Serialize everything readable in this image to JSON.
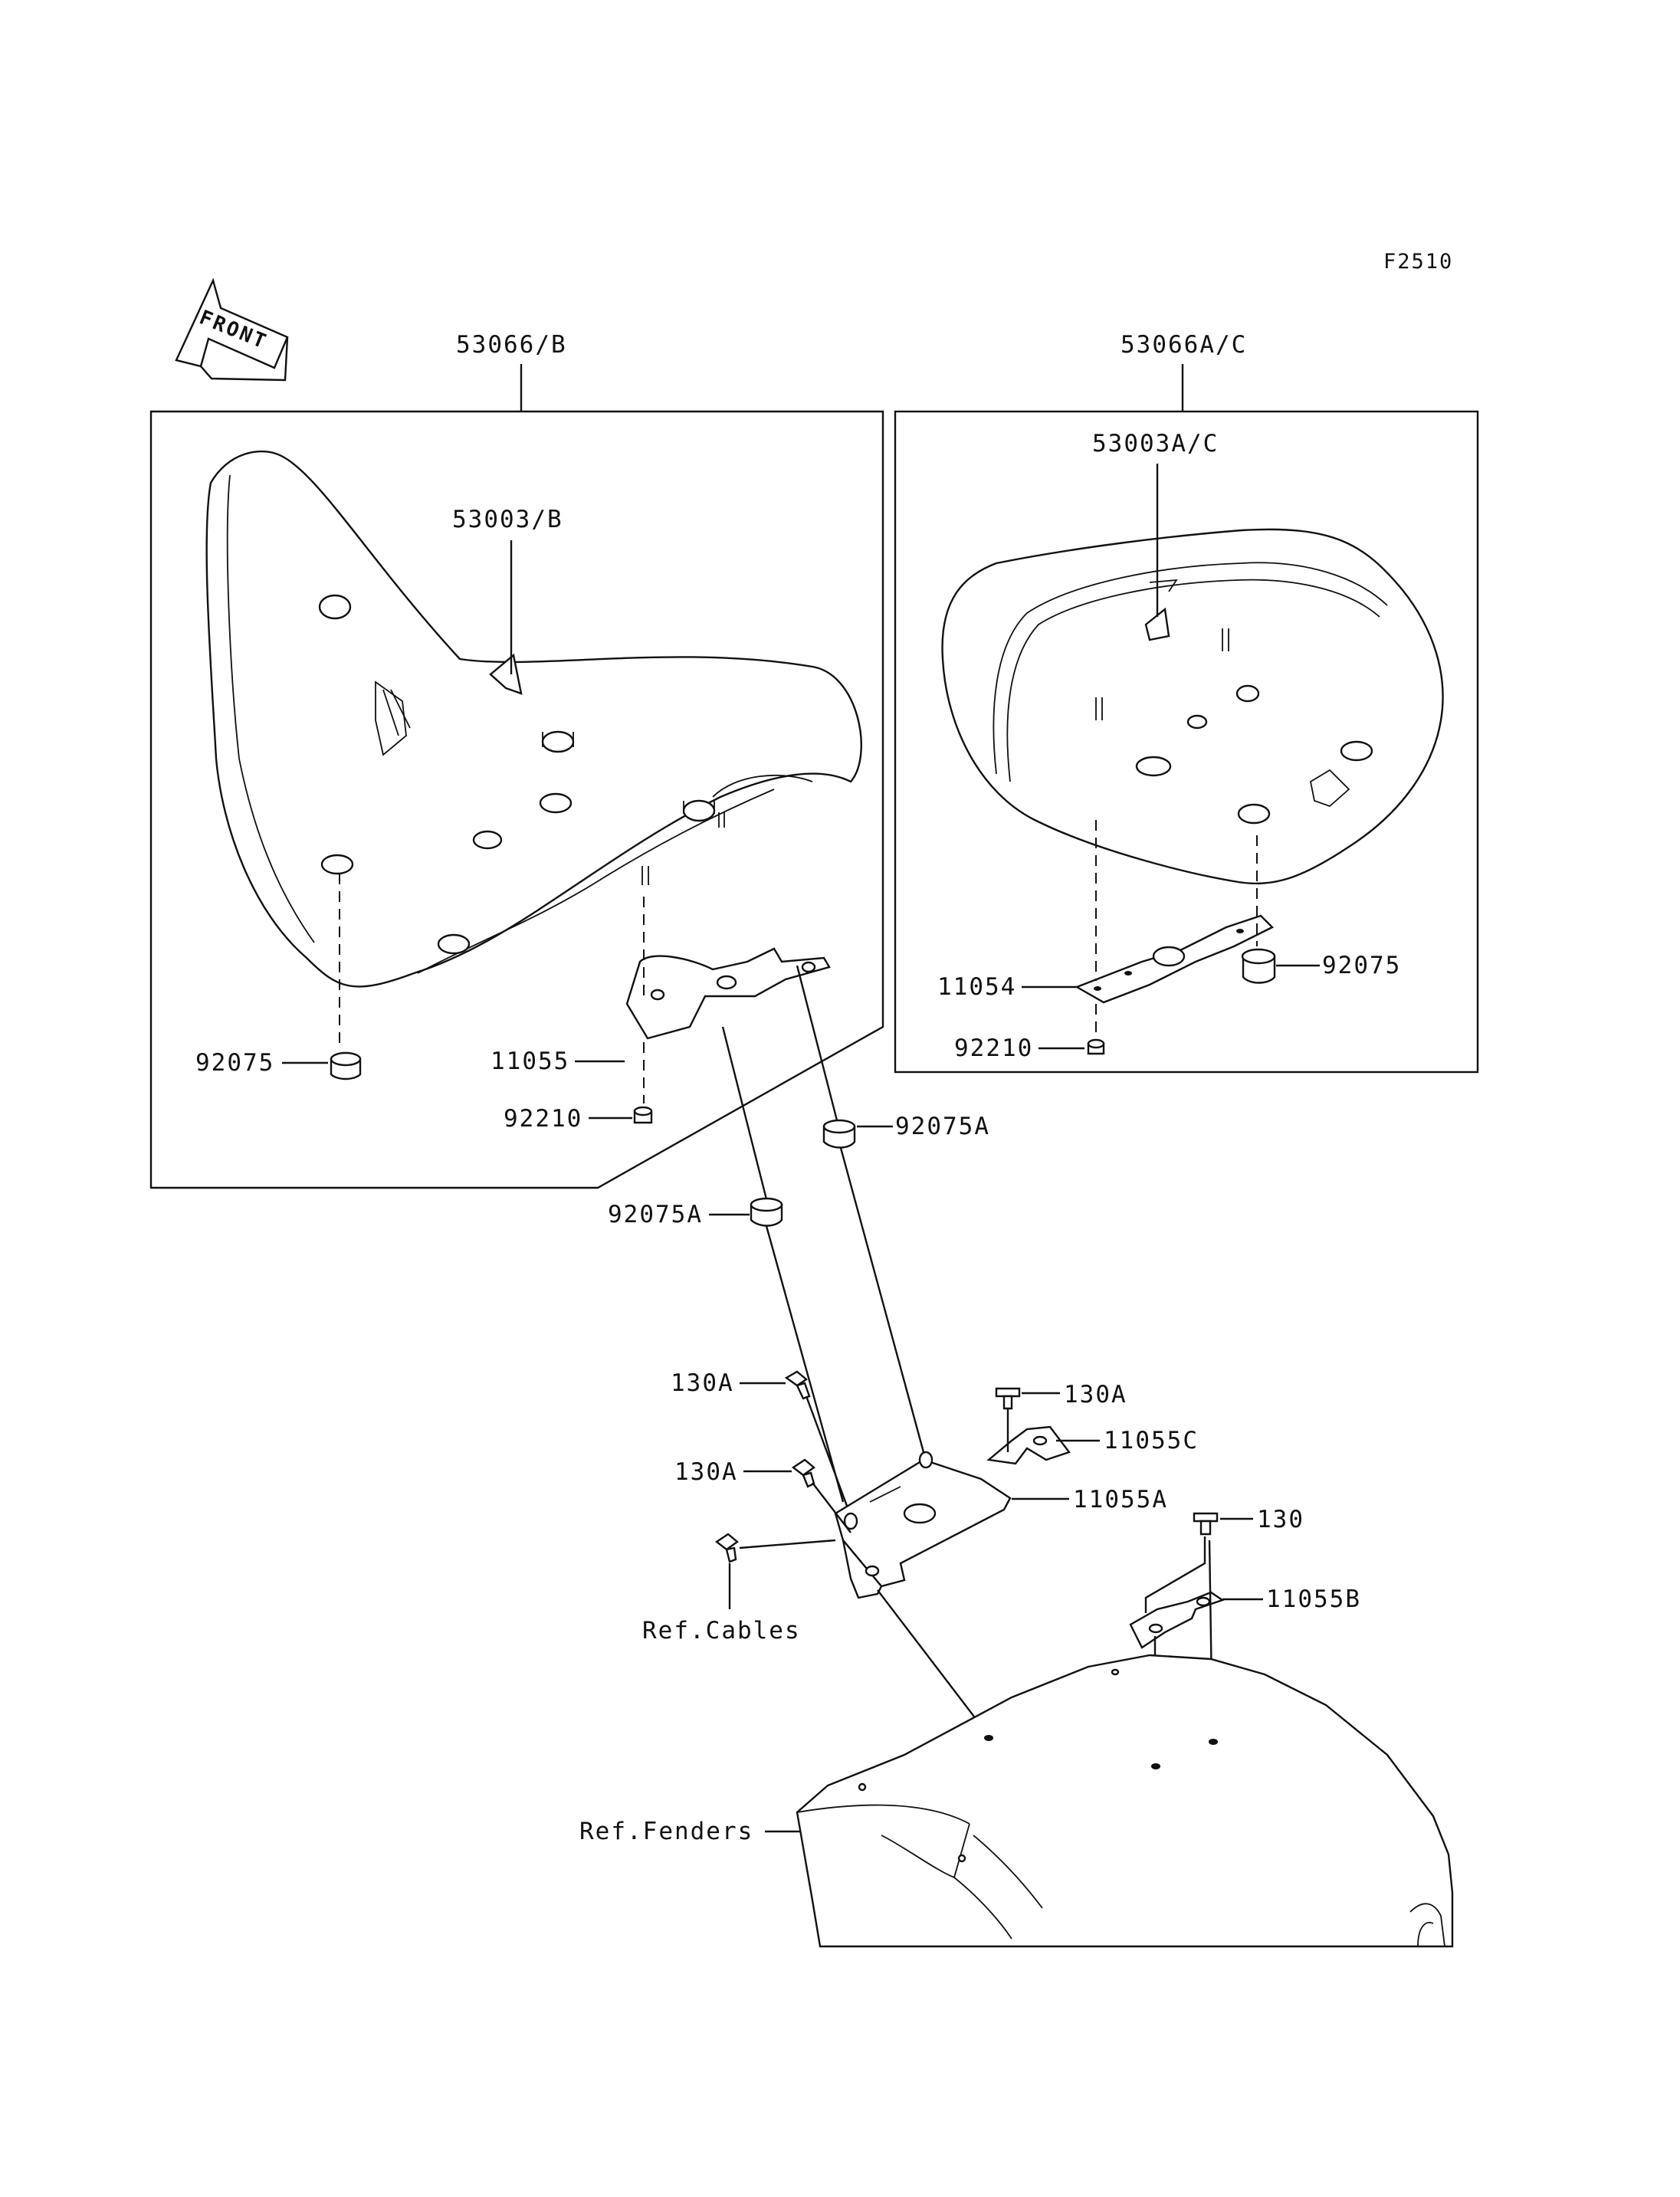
{
  "figure_code": "F2510",
  "front_arrow": "FRONT",
  "assemblies": {
    "rider_seat": {
      "assembly_no": "53066/B",
      "cover_no": "53003/B"
    },
    "pillion_seat": {
      "assembly_no": "53066A/C",
      "cover_no": "53003A/C"
    }
  },
  "parts": {
    "p_92075_left": "92075",
    "p_11055": "11055",
    "p_92210_left": "92210",
    "p_92075A_upper": "92075A",
    "p_92075A_lower": "92075A",
    "p_11054": "11054",
    "p_92075_right": "92075",
    "p_92210_right": "92210",
    "p_130A_left_upper": "130A",
    "p_130A_left_lower": "130A",
    "p_130A_right": "130A",
    "p_11055C": "11055C",
    "p_11055A": "11055A",
    "p_130": "130",
    "p_11055B": "11055B"
  },
  "references": {
    "cables": "Ref.Cables",
    "fenders": "Ref.Fenders"
  }
}
